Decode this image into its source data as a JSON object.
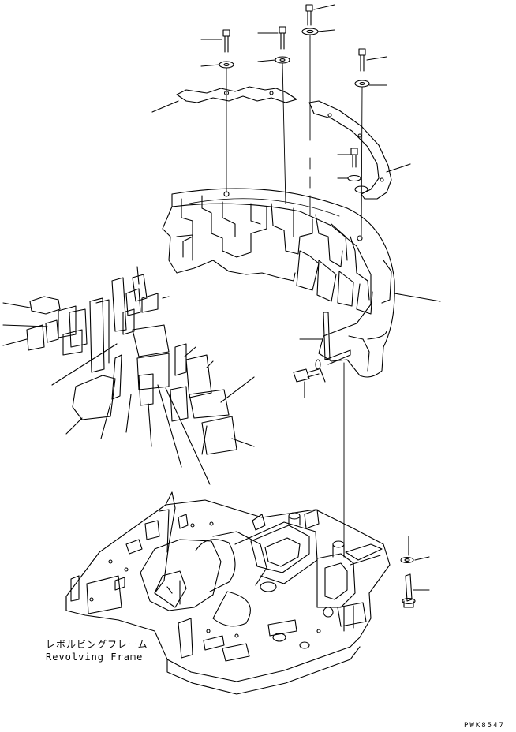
{
  "labels": {
    "frame_jp": "レボルビングフレーム",
    "frame_en": "Revolving Frame",
    "drawing_code": "PWK8547"
  },
  "colors": {
    "ink": "#000000",
    "paper": "#ffffff"
  }
}
